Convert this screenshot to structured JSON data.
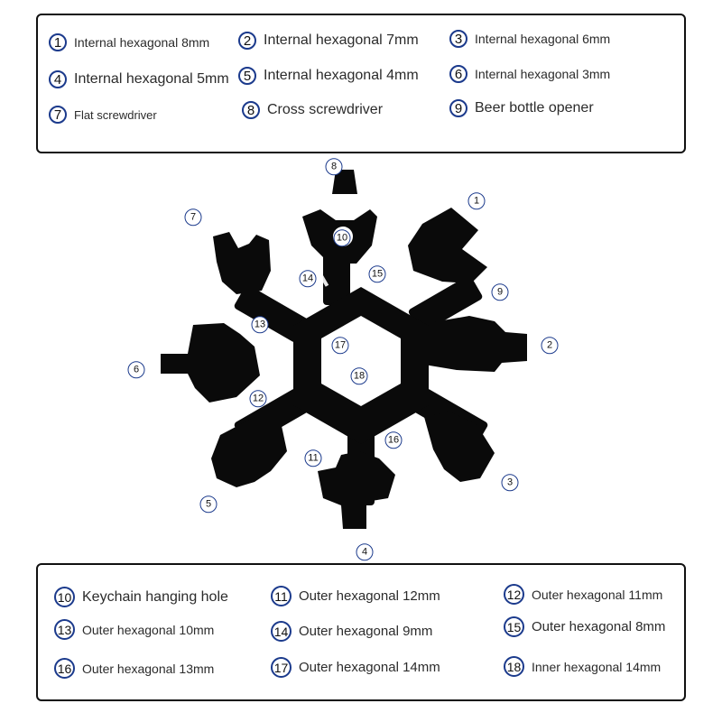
{
  "legend_top": [
    {
      "n": "1",
      "text": "Internal hexagonal 8mm"
    },
    {
      "n": "2",
      "text": "Internal hexagonal 7mm"
    },
    {
      "n": "3",
      "text": "Internal hexagonal 6mm"
    },
    {
      "n": "4",
      "text": "Internal hexagonal 5mm"
    },
    {
      "n": "5",
      "text": "Internal hexagonal 4mm"
    },
    {
      "n": "6",
      "text": "Internal hexagonal 3mm"
    },
    {
      "n": "7",
      "text": "Flat screwdriver"
    },
    {
      "n": "8",
      "text": "Cross screwdriver"
    },
    {
      "n": "9",
      "text": "Beer bottle opener"
    }
  ],
  "legend_bottom": [
    {
      "n": "10",
      "text": "Keychain hanging hole"
    },
    {
      "n": "11",
      "text": "Outer hexagonal 12mm"
    },
    {
      "n": "12",
      "text": "Outer hexagonal 11mm"
    },
    {
      "n": "13",
      "text": "Outer hexagonal 10mm"
    },
    {
      "n": "14",
      "text": "Outer hexagonal 9mm"
    },
    {
      "n": "15",
      "text": "Outer hexagonal 8mm"
    },
    {
      "n": "16",
      "text": "Outer hexagonal 13mm"
    },
    {
      "n": "17",
      "text": "Outer hexagonal 14mm"
    },
    {
      "n": "18",
      "text": "Inner hexagonal 14mm"
    }
  ],
  "callouts": [
    "1",
    "2",
    "3",
    "4",
    "5",
    "6",
    "7",
    "8",
    "9",
    "10",
    "11",
    "12",
    "13",
    "14",
    "15",
    "16",
    "17",
    "18"
  ],
  "colors": {
    "ring": "#1b3a8c",
    "tool": "#0a0a0a",
    "border": "#111111"
  }
}
